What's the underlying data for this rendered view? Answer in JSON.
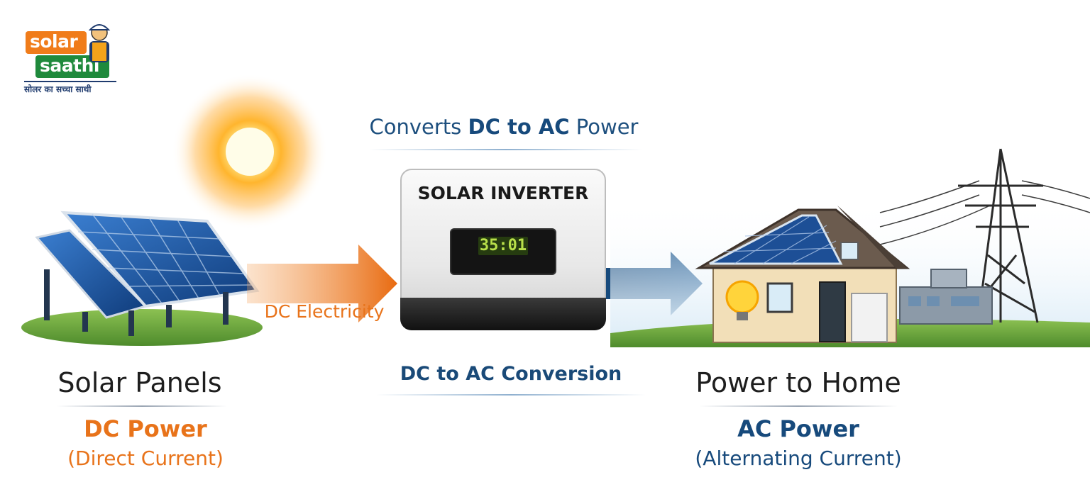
{
  "logo": {
    "word1": "solar",
    "word2": "saathi",
    "tagline": "सोलर का सच्चा साथी"
  },
  "captions": {
    "top_prefix": "Converts",
    "top_bold": "DC to AC",
    "top_suffix": "Power",
    "dc_electricity": "DC Electricity",
    "conversion": "DC to AC Conversion"
  },
  "inverter": {
    "title": "SOLAR INVERTER",
    "display": "35:01"
  },
  "left": {
    "heading": "Solar Panels",
    "power": "DC Power",
    "description": "(Direct Current)"
  },
  "right": {
    "heading": "Power to Home",
    "power": "AC Power",
    "description": "(Alternating Current)"
  },
  "colors": {
    "orange": "#e8731a",
    "navy": "#174a7c",
    "green": "#1f8a3c",
    "dark_text": "#1e1e1e"
  }
}
